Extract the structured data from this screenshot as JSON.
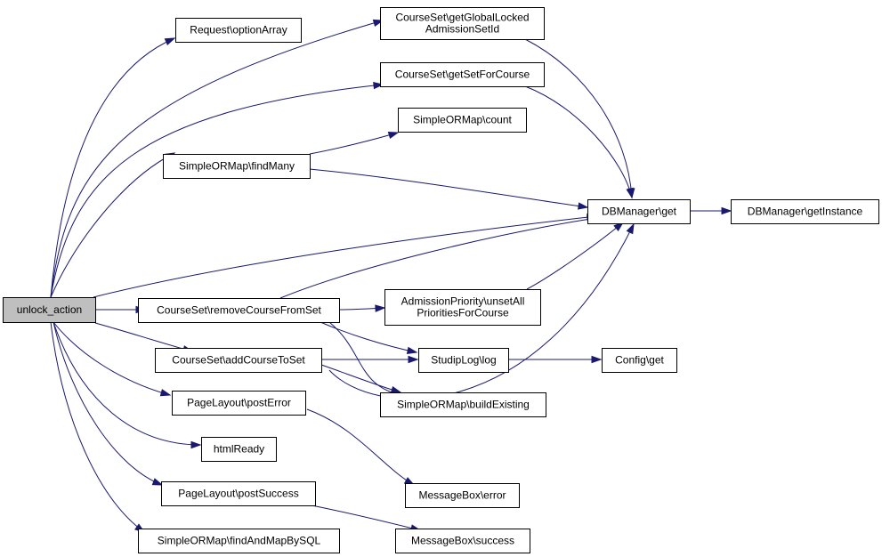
{
  "diagram": {
    "nodes": [
      {
        "id": "unlock_action",
        "lines": [
          "unlock_action"
        ],
        "root": true
      },
      {
        "id": "request_optionarray",
        "lines": [
          "Request\\optionArray"
        ]
      },
      {
        "id": "courseset_getgloballocked",
        "lines": [
          "CourseSet\\getGlobalLocked",
          "AdmissionSetId"
        ]
      },
      {
        "id": "courseset_getsetforcourse",
        "lines": [
          "CourseSet\\getSetForCourse"
        ]
      },
      {
        "id": "simpleormap_count",
        "lines": [
          "SimpleORMap\\count"
        ]
      },
      {
        "id": "simpleormap_findmany",
        "lines": [
          "SimpleORMap\\findMany"
        ]
      },
      {
        "id": "dbmanager_get",
        "lines": [
          "DBManager\\get"
        ]
      },
      {
        "id": "dbmanager_getinstance",
        "lines": [
          "DBManager\\getInstance"
        ]
      },
      {
        "id": "courseset_removecoursefromset",
        "lines": [
          "CourseSet\\removeCourseFromSet"
        ]
      },
      {
        "id": "admissionpriority_unsetall",
        "lines": [
          "AdmissionPriority\\unsetAll",
          "PrioritiesForCourse"
        ]
      },
      {
        "id": "courseset_addcoursetoset",
        "lines": [
          "CourseSet\\addCourseToSet"
        ]
      },
      {
        "id": "studiplog_log",
        "lines": [
          "StudipLog\\log"
        ]
      },
      {
        "id": "config_get",
        "lines": [
          "Config\\get"
        ]
      },
      {
        "id": "simpleormap_buildexisting",
        "lines": [
          "SimpleORMap\\buildExisting"
        ]
      },
      {
        "id": "pagelayout_posterror",
        "lines": [
          "PageLayout\\postError"
        ]
      },
      {
        "id": "htmlready",
        "lines": [
          "htmlReady"
        ]
      },
      {
        "id": "messagebox_error",
        "lines": [
          "MessageBox\\error"
        ]
      },
      {
        "id": "pagelayout_postsuccess",
        "lines": [
          "PageLayout\\postSuccess"
        ]
      },
      {
        "id": "simpleormap_findandmapbysql",
        "lines": [
          "SimpleORMap\\findAndMapBySQL"
        ]
      },
      {
        "id": "messagebox_success",
        "lines": [
          "MessageBox\\success"
        ]
      }
    ],
    "edges": [
      {
        "from": "unlock_action",
        "to": "request_optionarray"
      },
      {
        "from": "unlock_action",
        "to": "courseset_getgloballocked"
      },
      {
        "from": "unlock_action",
        "to": "courseset_getsetforcourse"
      },
      {
        "from": "unlock_action",
        "to": "simpleormap_findmany"
      },
      {
        "from": "unlock_action",
        "to": "dbmanager_get"
      },
      {
        "from": "unlock_action",
        "to": "courseset_removecoursefromset"
      },
      {
        "from": "unlock_action",
        "to": "courseset_addcoursetoset"
      },
      {
        "from": "unlock_action",
        "to": "pagelayout_posterror"
      },
      {
        "from": "unlock_action",
        "to": "htmlready"
      },
      {
        "from": "unlock_action",
        "to": "pagelayout_postsuccess"
      },
      {
        "from": "unlock_action",
        "to": "simpleormap_findandmapbysql"
      },
      {
        "from": "courseset_getgloballocked",
        "to": "dbmanager_get"
      },
      {
        "from": "courseset_getsetforcourse",
        "to": "dbmanager_get"
      },
      {
        "from": "simpleormap_findmany",
        "to": "simpleormap_count"
      },
      {
        "from": "simpleormap_findmany",
        "to": "dbmanager_get"
      },
      {
        "from": "dbmanager_get",
        "to": "dbmanager_getinstance"
      },
      {
        "from": "courseset_removecoursefromset",
        "to": "admissionpriority_unsetall"
      },
      {
        "from": "courseset_removecoursefromset",
        "to": "dbmanager_get"
      },
      {
        "from": "courseset_removecoursefromset",
        "to": "studiplog_log"
      },
      {
        "from": "courseset_removecoursefromset",
        "to": "simpleormap_buildexisting"
      },
      {
        "from": "admissionpriority_unsetall",
        "to": "dbmanager_get"
      },
      {
        "from": "courseset_addcoursetoset",
        "to": "studiplog_log"
      },
      {
        "from": "courseset_addcoursetoset",
        "to": "simpleormap_buildexisting"
      },
      {
        "from": "courseset_addcoursetoset",
        "to": "dbmanager_get"
      },
      {
        "from": "studiplog_log",
        "to": "config_get"
      },
      {
        "from": "pagelayout_posterror",
        "to": "messagebox_error"
      },
      {
        "from": "pagelayout_postsuccess",
        "to": "messagebox_success"
      }
    ]
  },
  "colors": {
    "edge": "#191970",
    "root_fill": "#bfbfbf",
    "node_fill": "#ffffff",
    "node_border": "#000000"
  }
}
